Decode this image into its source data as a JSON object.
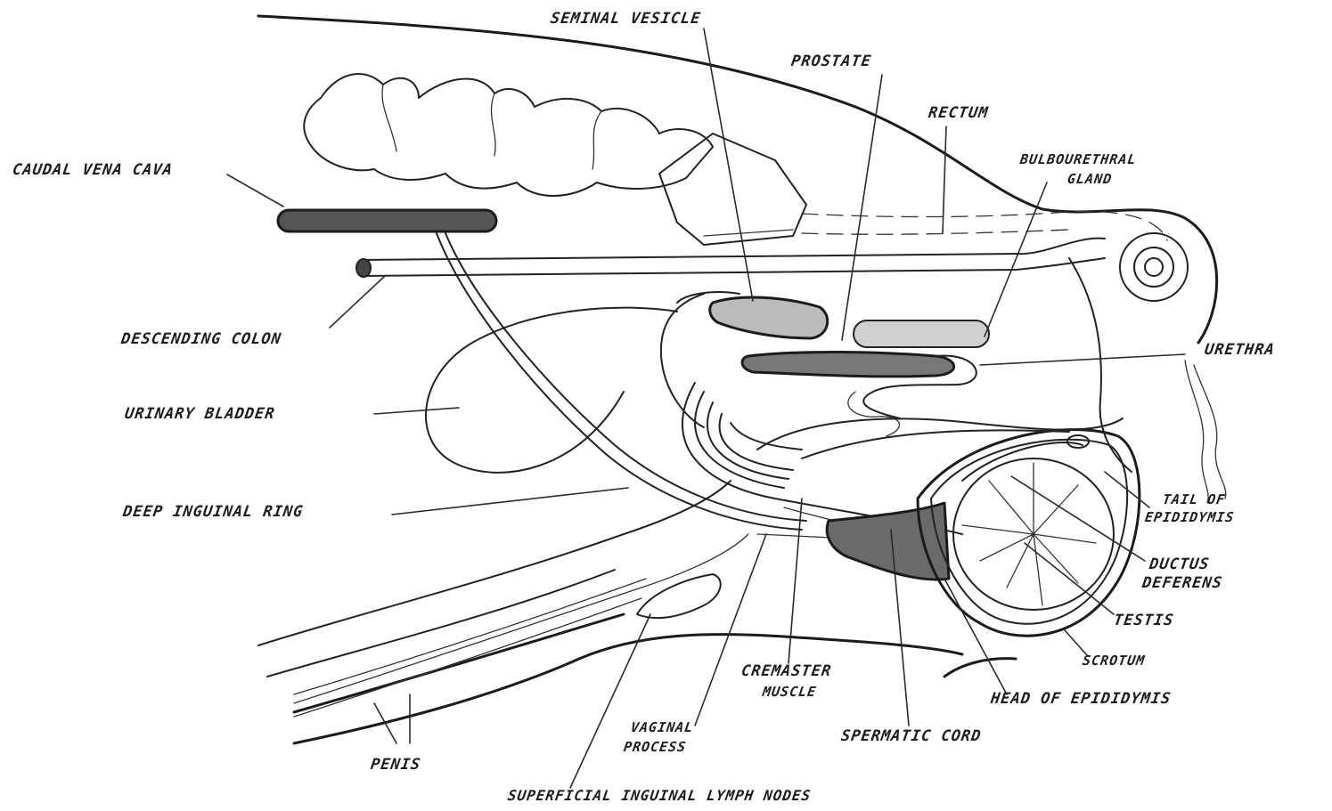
{
  "labels": {
    "seminal_vesicle": "SEMINAL VESICLE",
    "prostate": "PROSTATE",
    "rectum": "RECTUM",
    "bulbourethral_gland_1": "BULBOURETHRAL",
    "bulbourethral_gland_2": "GLAND",
    "caudal_vena_cava": "CAUDAL VENA CAVA",
    "descending_colon": "DESCENDING COLON",
    "urinary_bladder": "URINARY BLADDER",
    "urethra": "URETHRA",
    "deep_inguinal_ring": "DEEP INGUINAL RING",
    "tail_of_epididymis_1": "TAIL OF",
    "tail_of_epididymis_2": "EPIDIDYMIS",
    "ductus_deferens_1": "DUCTUS",
    "ductus_deferens_2": "DEFERENS",
    "testis": "TESTIS",
    "scrotum": "SCROTUM",
    "cremaster_muscle_1": "CREMASTER",
    "cremaster_muscle_2": "MUSCLE",
    "head_of_epididymis": "HEAD OF EPIDIDYMIS",
    "spermatic_cord": "SPERMATIC CORD",
    "vaginal_process_1": "VAGINAL",
    "vaginal_process_2": "PROCESS",
    "penis": "PENIS",
    "superficial_inguinal_lymph_nodes": "SUPERFICIAL INGUINAL LYMPH NODES"
  },
  "colors": {
    "ink": "#1b1b1b",
    "paper": "#ffffff"
  }
}
